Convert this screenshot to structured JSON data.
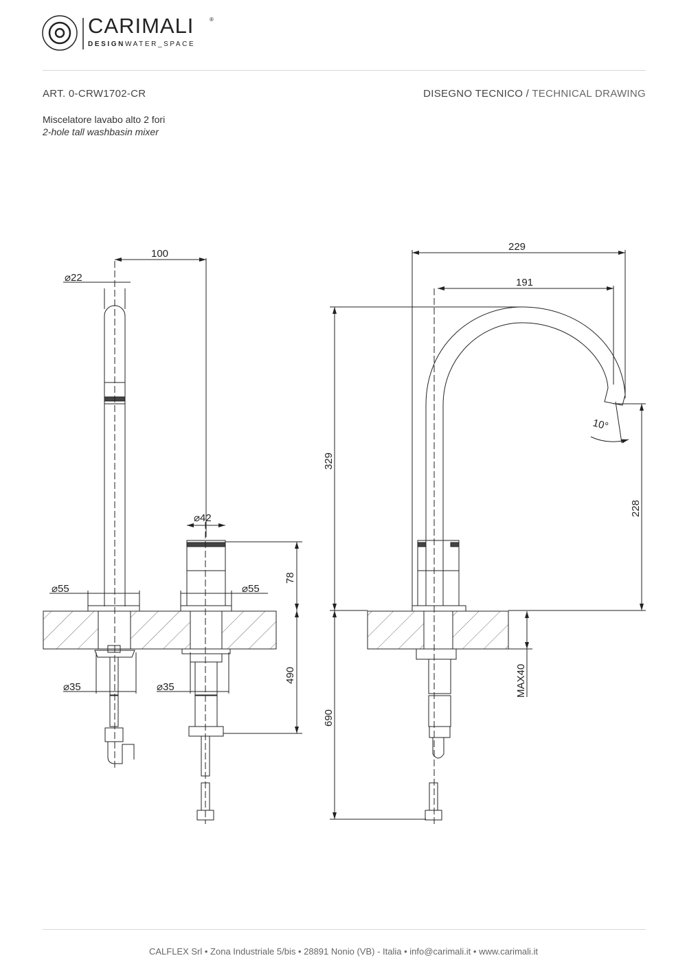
{
  "brand": {
    "name": "CARIMALI",
    "tagline_bold": "DESIGN",
    "tagline": "WATER_SPACE",
    "registered": "®"
  },
  "header": {
    "article": "ART. 0-CRW1702-CR",
    "drawing_label_it": "DISEGNO TECNICO",
    "separator": " / ",
    "drawing_label_en": "TECHNICAL DRAWING"
  },
  "description": {
    "it": "Miscelatore lavabo alto 2 fori",
    "en": "2-hole tall washbasin mixer"
  },
  "dimensions": {
    "spout_handle_distance": "100",
    "spout_diameter": "⌀22",
    "handle_diameter": "⌀42",
    "handle_height": "78",
    "escutcheon_left": "⌀55",
    "escutcheon_right": "⌀55",
    "under_length": "490",
    "hole_left": "⌀35",
    "hole_right": "⌀35",
    "reach": "229",
    "spout_reach": "191",
    "total_height": "329",
    "outlet_height": "228",
    "tilt_angle": "10°",
    "max_thickness": "MAX40",
    "total_under_length": "690"
  },
  "footer": {
    "text": "CALFLEX Srl • Zona Industriale 5/bis • 28891 Nonio (VB) - Italia • info@carimali.it • www.carimali.it"
  }
}
